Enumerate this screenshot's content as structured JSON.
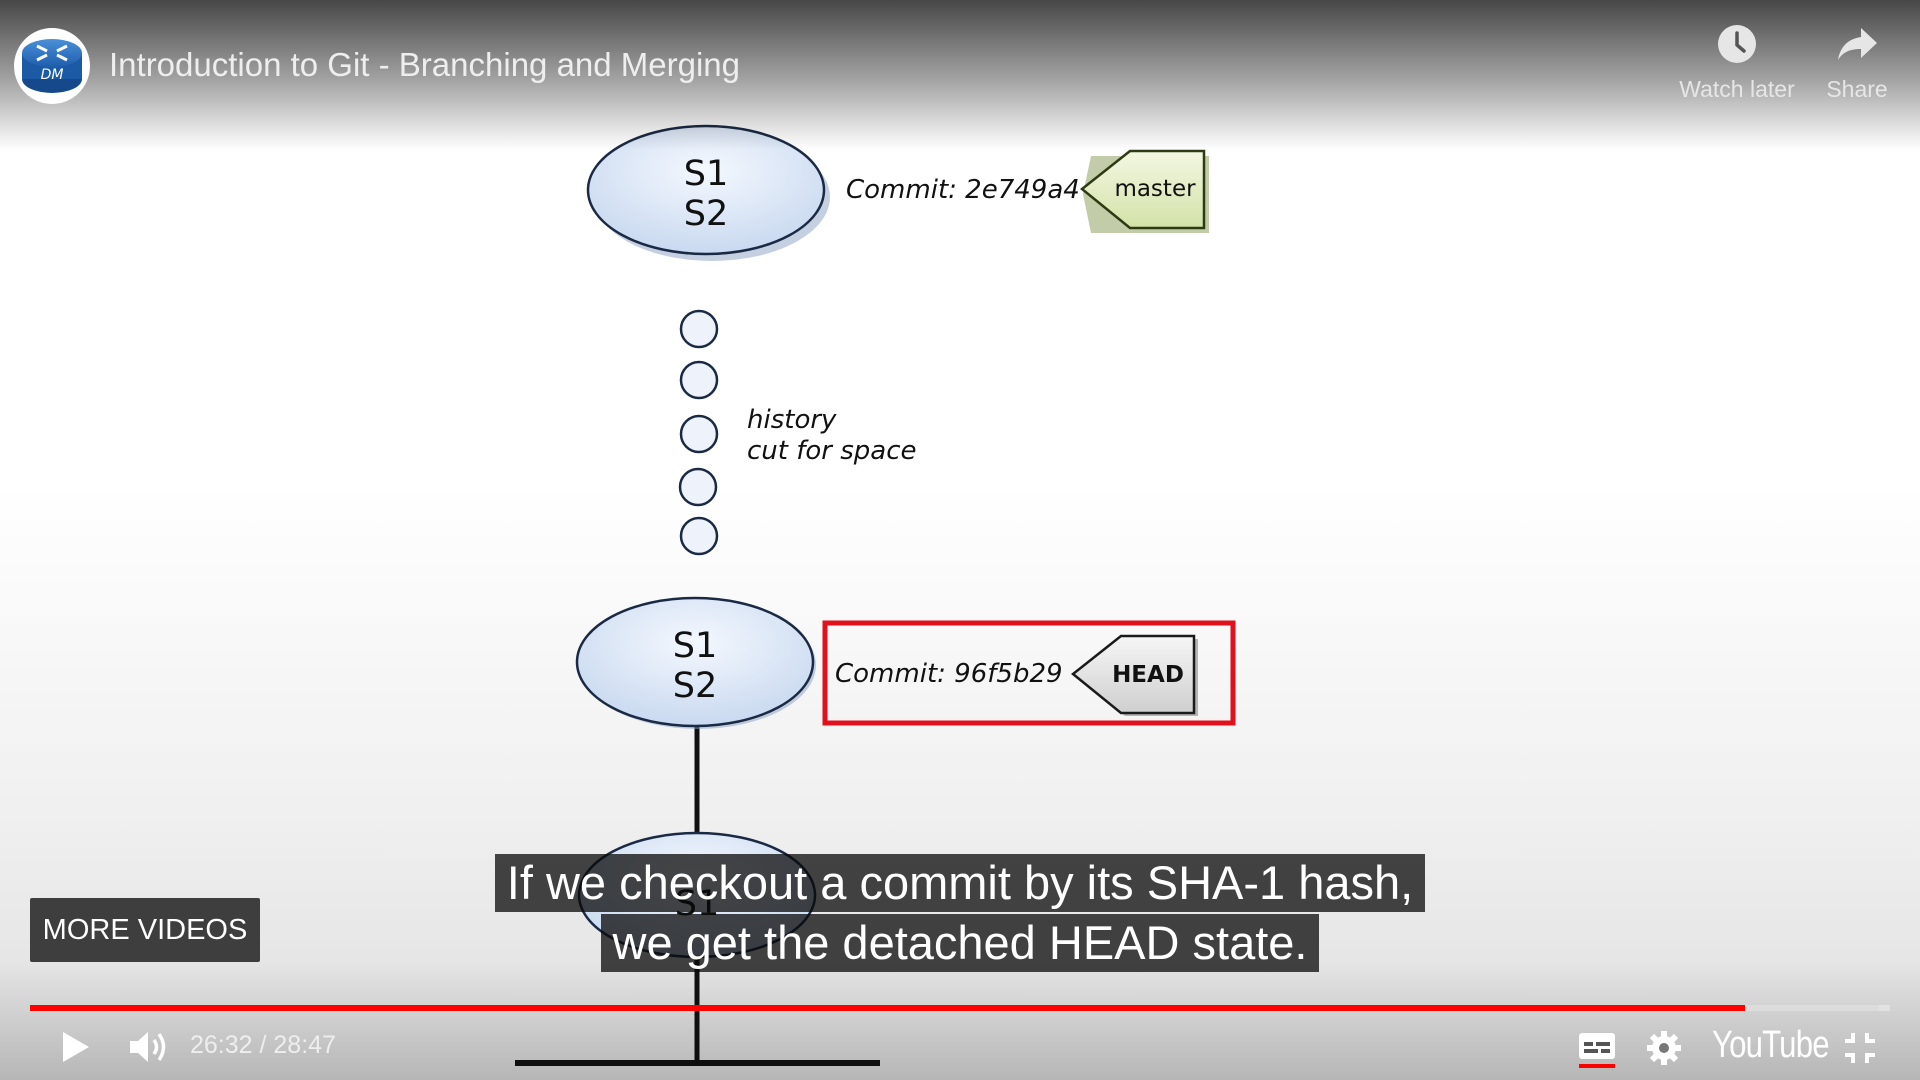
{
  "header": {
    "channel_logo_text": "DM",
    "title": "Introduction to Git - Branching and Merging",
    "watch_later_label": "Watch later",
    "share_label": "Share"
  },
  "slide": {
    "top_node": {
      "line1": "S1",
      "line2": "S2",
      "commit": "Commit: 2e749a4",
      "tag": "master"
    },
    "history_note": {
      "line1": "history",
      "line2": "cut for space"
    },
    "mid_node": {
      "line1": "S1",
      "line2": "S2",
      "commit": "Commit: 96f5b29",
      "tag": "HEAD"
    },
    "bottom_node": {
      "line1": "S1"
    }
  },
  "captions": {
    "line1": "If we checkout a commit by its SHA-1 hash,",
    "line2": "we get the detached HEAD state."
  },
  "more_videos_label": "MORE VIDEOS",
  "controls": {
    "current_time": "26:32",
    "duration": "28:47",
    "time_display": "26:32 / 28:47",
    "played_fraction": 0.922,
    "buffered_fraction": 0.994,
    "logo_text": "YouTube"
  },
  "colors": {
    "progress_red": "#ff0000",
    "highlight_box": "#e0101c",
    "node_fill": "#dce7f6",
    "master_tag_fill": "#e8f0cc",
    "head_tag_fill": "#e6e6e6"
  }
}
